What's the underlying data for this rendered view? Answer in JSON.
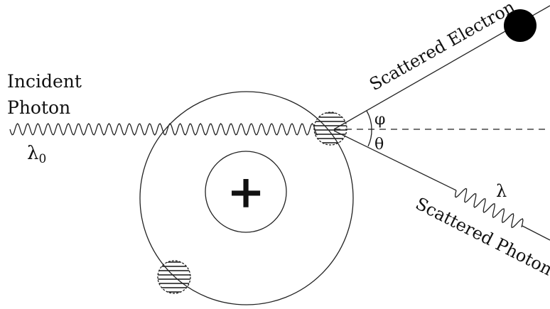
{
  "labels": {
    "incident_line1": "Incident",
    "incident_line2": "Photon",
    "lambda0": "λ",
    "lambda0_sub": "0",
    "scattered_electron": "Scattered Electron",
    "scattered_photon": "Scattered Photon",
    "lambda": "λ",
    "phi": "φ",
    "theta": "θ",
    "nucleus_charge": "+"
  }
}
